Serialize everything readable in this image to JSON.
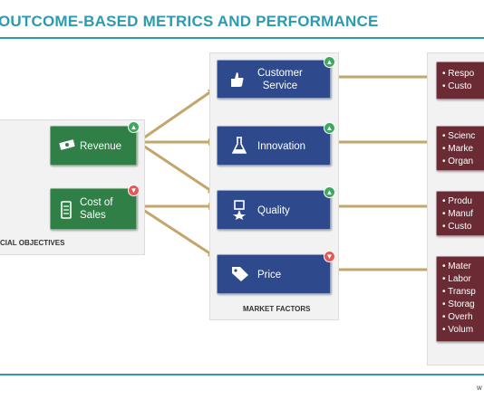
{
  "title": "OUTCOME-BASED METRICS AND PERFORMANCE",
  "financial": {
    "label": "CIAL OBJECTIVES",
    "revenue": {
      "label": "Revenue",
      "trend": "up",
      "icon": "money-icon"
    },
    "cost_of_sales": {
      "label": "Cost of\nSales",
      "trend": "down",
      "icon": "receipt-icon"
    }
  },
  "market": {
    "label": "MARKET FACTORS",
    "items": [
      {
        "label": "Customer\nService",
        "trend": "up",
        "icon": "hand-thumbs-up-icon"
      },
      {
        "label": "Innovation",
        "trend": "up",
        "icon": "flask-icon"
      },
      {
        "label": "Quality",
        "trend": "up",
        "icon": "award-icon"
      },
      {
        "label": "Price",
        "trend": "down",
        "icon": "price-tag-icon"
      }
    ]
  },
  "details": [
    [
      "Respo",
      "Custo"
    ],
    [
      "Scienc",
      "Marke",
      "Organ"
    ],
    [
      "Produ",
      "Manuf",
      "Custo"
    ],
    [
      "Mater",
      "Labor",
      "Transp",
      "Storag",
      "Overh",
      "Volum"
    ]
  ],
  "footer": {
    "text": "w"
  },
  "colors": {
    "accent": "#2a9bb0",
    "green": "#2f7f47",
    "blue": "#2e4a8c",
    "maroon": "#6b2b35",
    "arrow": "#c2a66b",
    "up": "#3ea860",
    "down": "#e05a5a"
  }
}
